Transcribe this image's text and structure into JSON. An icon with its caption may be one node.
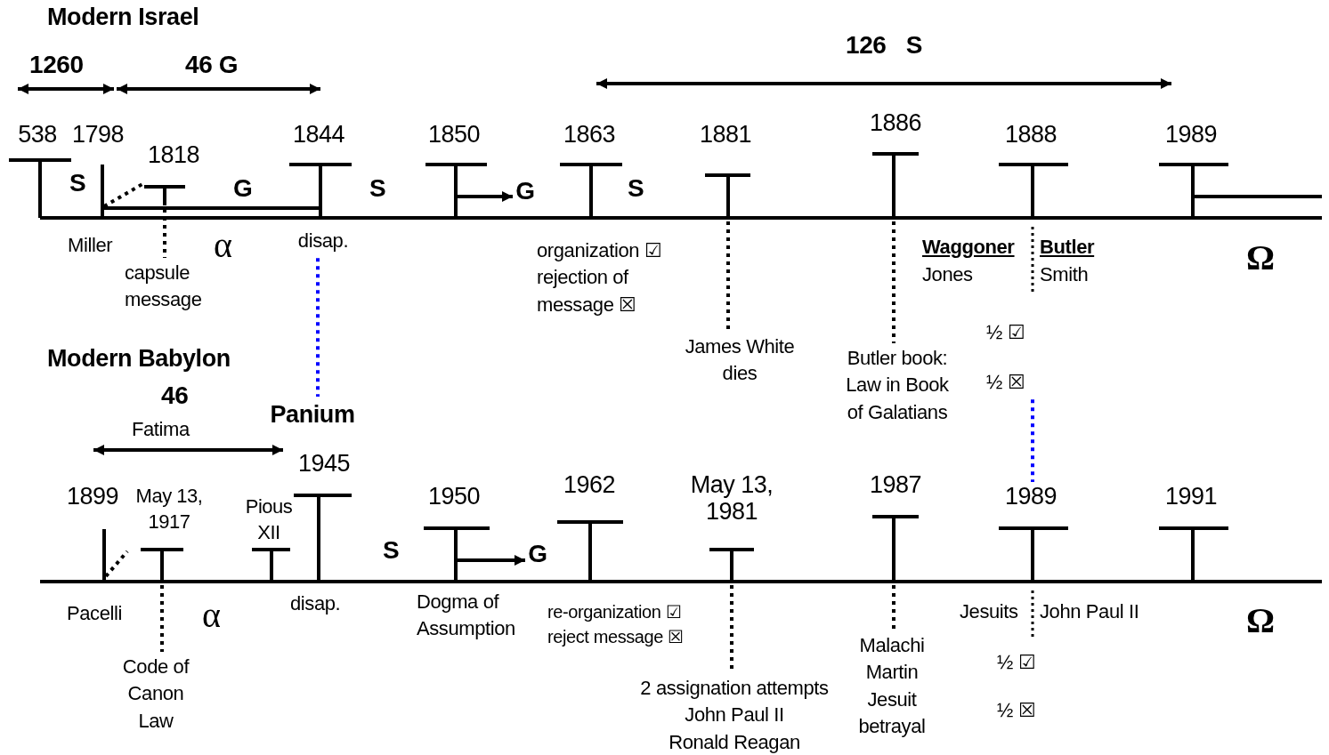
{
  "diagram": {
    "nodes": [
      {
        "text": [
          "538"
        ]
      },
      {
        "text": [
          "1798"
        ],
        "beside": [
          "Miller"
        ]
      },
      {
        "text": [
          "1818"
        ]
      },
      {
        "text": [
          "1844"
        ]
      },
      {
        "text": [
          "1850"
        ]
      },
      {
        "text": [
          "G"
        ]
      },
      {
        "text": [
          "1863"
        ],
        "beside": [
          "organization ☑ rejection of message ☒"
        ]
      },
      {
        "text": [
          "1881"
        ]
      },
      {
        "text": [
          "1886"
        ]
      },
      {
        "text": [
          "1888"
        ]
      },
      {
        "text": [
          "1989"
        ]
      },
      {
        "text": [
          "disap."
        ]
      },
      {
        "text": [
          "capsule message"
        ]
      },
      {
        "text": [
          "James White dies"
        ]
      },
      {
        "text": [
          "Butler book: Law in Book of Galatians"
        ]
      },
      {
        "text": [
          "½ ☒"
        ]
      },
      {
        "text": [
          "Panium"
        ]
      },
      {
        "text": [
          "1899"
        ],
        "beside": [
          "Pacelli"
        ]
      },
      {
        "text": [
          "May 13, 1917"
        ]
      },
      {
        "text": [
          "Pious XII"
        ]
      },
      {
        "text": [
          "1945"
        ],
        "beside": [
          "disap."
        ]
      },
      {
        "text": [
          "1950"
        ],
        "beside": [
          "Dogma of Assumption"
        ]
      },
      {
        "text": [
          "G"
        ]
      },
      {
        "text": [
          "1962"
        ],
        "beside": [
          "re-organization ☑ reject message ☒"
        ]
      },
      {
        "text": [
          "May 13, 1981"
        ]
      },
      {
        "text": [
          "1987"
        ]
      },
      {
        "text": [
          "1989"
        ]
      },
      {
        "text": [
          "1991"
        ]
      },
      {
        "text": [
          "Code of Canon Law"
        ]
      },
      {
        "text": [
          "2 assignation attempts",
          "John Paul II",
          "Ronald Reagan"
        ]
      },
      {
        "text": [
          "Malachi Martin Jesuit betrayal"
        ]
      }
    ],
    "edges": [
      {
        "from": 1,
        "to": 2,
        "arrow": "none",
        "style": "dashed"
      },
      {
        "from": 2,
        "to": 12,
        "arrow": "none",
        "style": "dashed"
      },
      {
        "from": 4,
        "to": 5,
        "arrow": "to"
      },
      {
        "from": 7,
        "to": 13,
        "arrow": "none",
        "style": "dashed"
      },
      {
        "from": 8,
        "to": 14,
        "arrow": "none",
        "style": "dashed"
      },
      {
        "from": 11,
        "to": 16,
        "arrow": "none",
        "style": "dashed",
        "color": "#0000ff"
      },
      {
        "from": 15,
        "to": 26,
        "arrow": "none",
        "style": "dashed",
        "color": "#0000ff"
      },
      {
        "from": 17,
        "to": 18,
        "arrow": "none",
        "style": "dashed"
      },
      {
        "from": 18,
        "to": 28,
        "arrow": "none",
        "style": "dashed"
      },
      {
        "from": 21,
        "to": 22,
        "arrow": "to"
      },
      {
        "from": 24,
        "to": 29,
        "arrow": "none",
        "style": "dashed"
      },
      {
        "from": 25,
        "to": 30,
        "arrow": "none",
        "style": "dashed"
      },
      {
        "from": 1,
        "to": 3,
        "arrow": "none"
      }
    ],
    "labels": [
      "Modern Israel",
      "1260",
      "46 G",
      "126   S",
      "S",
      "G",
      "S",
      "S",
      "α",
      "Waggoner",
      "Jones",
      "Butler",
      "Smith",
      "Ω",
      "½ ☑",
      "Modern Babylon",
      "46",
      "Fatima",
      "S",
      "α",
      "Jesuits",
      "John Paul II",
      "Ω",
      "½ ☑",
      "½ ☒"
    ]
  }
}
